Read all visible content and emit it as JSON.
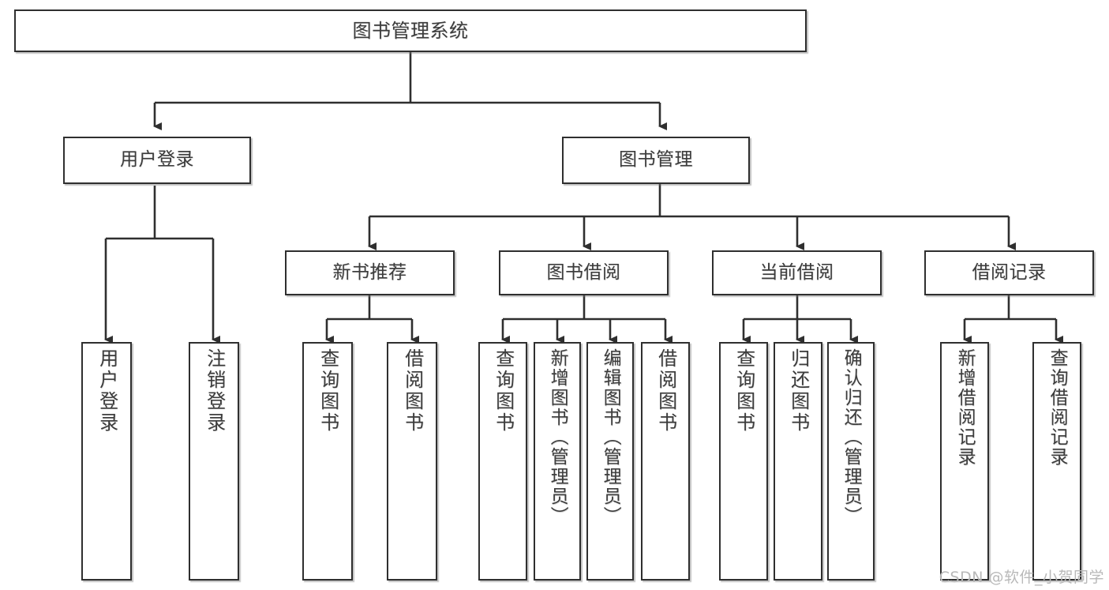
{
  "diagram": {
    "type": "tree",
    "title": "图书管理系统",
    "root": {
      "label": "图书管理系统"
    },
    "level1": [
      {
        "label": "用户登录"
      },
      {
        "label": "图书管理"
      }
    ],
    "level2": [
      {
        "label": "新书推荐"
      },
      {
        "label": "图书借阅"
      },
      {
        "label": "当前借阅"
      },
      {
        "label": "借阅记录"
      }
    ],
    "leaves": {
      "user_login": [
        {
          "label": "用户登录"
        },
        {
          "label": "注销登录"
        }
      ],
      "new_book_recommend": [
        {
          "label": "查询图书"
        },
        {
          "label": "借阅图书"
        }
      ],
      "book_borrow": [
        {
          "label": "查询图书"
        },
        {
          "label": "新增图书（管理员）"
        },
        {
          "label": "编辑图书（管理员）"
        },
        {
          "label": "借阅图书"
        }
      ],
      "current_borrow": [
        {
          "label": "查询图书"
        },
        {
          "label": "归还图书"
        },
        {
          "label": "确认归还（管理员）"
        }
      ],
      "borrow_record": [
        {
          "label": "新增借阅记录"
        },
        {
          "label": "查询借阅记录"
        }
      ]
    }
  },
  "watermark": {
    "text": "CSDN @软件_小贺同学"
  },
  "colors": {
    "box_border": "#2f2f2f",
    "box_fill": "#ffffff",
    "text": "#3c3c3c",
    "connector": "#2f2f2f",
    "watermark": "#b9b9b9",
    "background": "#ffffff"
  }
}
